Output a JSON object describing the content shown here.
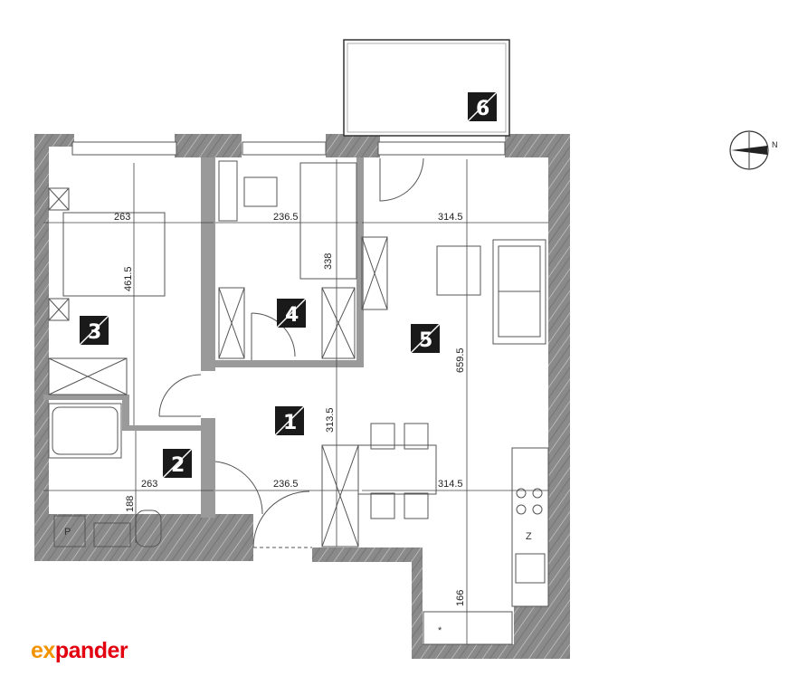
{
  "rooms": [
    {
      "id": "1",
      "label": "1"
    },
    {
      "id": "2",
      "label": "2"
    },
    {
      "id": "3",
      "label": "3"
    },
    {
      "id": "4",
      "label": "4"
    },
    {
      "id": "5",
      "label": "5"
    },
    {
      "id": "6",
      "label": "6"
    }
  ],
  "dimensions": {
    "room3_width": "263",
    "room3_length": "461.5",
    "room4_width": "236.5",
    "room4_length": "338",
    "room5_width_top": "314.5",
    "room5_length": "659.5",
    "hall_length": "313.5",
    "bath_width": "263",
    "bath_length": "188",
    "hall_width": "236.5",
    "room5_width_bottom": "314.5",
    "kitchen_length": "166"
  },
  "fixtures": {
    "washer": "P",
    "fridge": "Z"
  },
  "compass": {
    "label": "N"
  },
  "logo": {
    "x_part": "ex",
    "rest_part": "pander"
  },
  "colors": {
    "wall": "#8c8c8c",
    "badge": "#1a1a1a",
    "logo_red": "#e3000f",
    "logo_orange": "#f39200"
  }
}
